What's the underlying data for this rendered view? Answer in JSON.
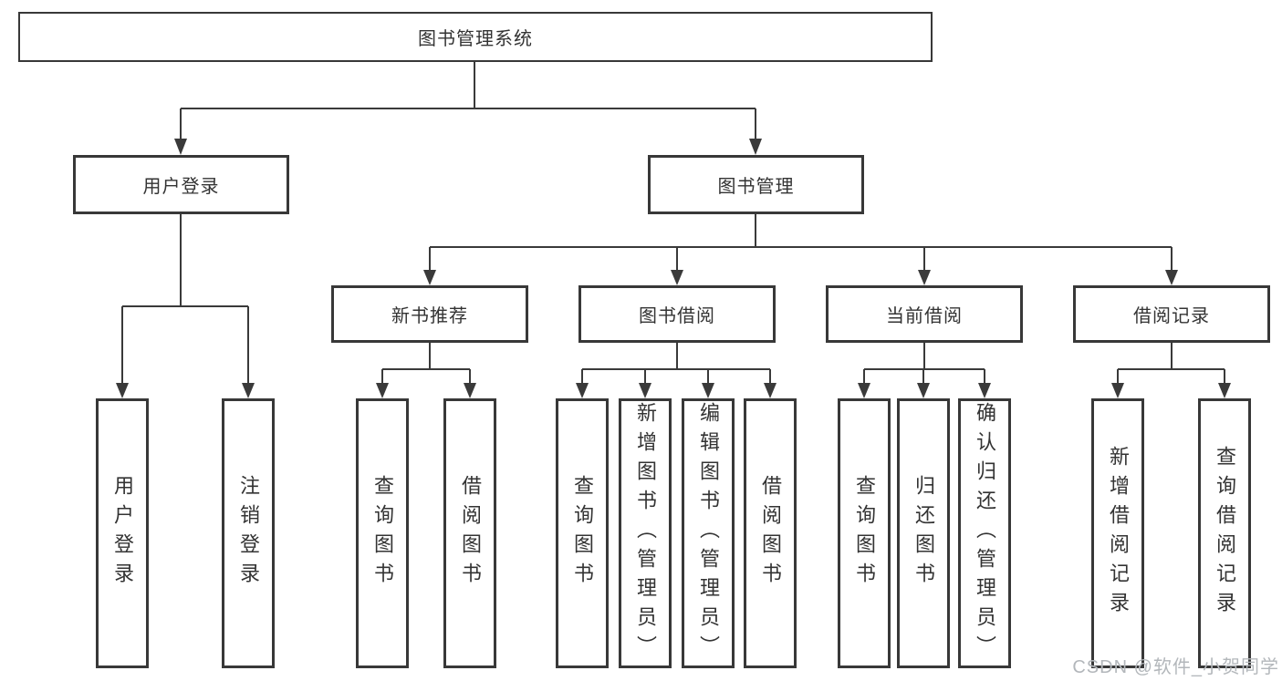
{
  "diagram": {
    "root": "图书管理系统",
    "level2": {
      "user_login": "用户登录",
      "book_management": "图书管理"
    },
    "level3": {
      "new_book_recommend": "新书推荐",
      "book_borrowing": "图书借阅",
      "current_borrowing": "当前借阅",
      "borrowing_records": "借阅记录"
    },
    "leaves": {
      "user_login": "用户登录",
      "logout": "注销登录",
      "recommend_query_books": "查询图书",
      "recommend_borrow_books": "借阅图书",
      "borrowing_query_books": "查询图书",
      "borrowing_add_books": "新增图书（管理员）",
      "borrowing_edit_books": "编辑图书（管理员）",
      "borrowing_borrow_books": "借阅图书",
      "current_query_books": "查询图书",
      "current_return_books": "归还图书",
      "current_confirm_return": "确认归还（管理员）",
      "records_add_record": "新增借阅记录",
      "records_query_record": "查询借阅记录"
    }
  },
  "watermark": "CSDN @软件_小贺同学",
  "colors": {
    "line": "#3a3a3a",
    "text": "#333333",
    "background": "#ffffff",
    "watermark": "#b3b7bb"
  }
}
